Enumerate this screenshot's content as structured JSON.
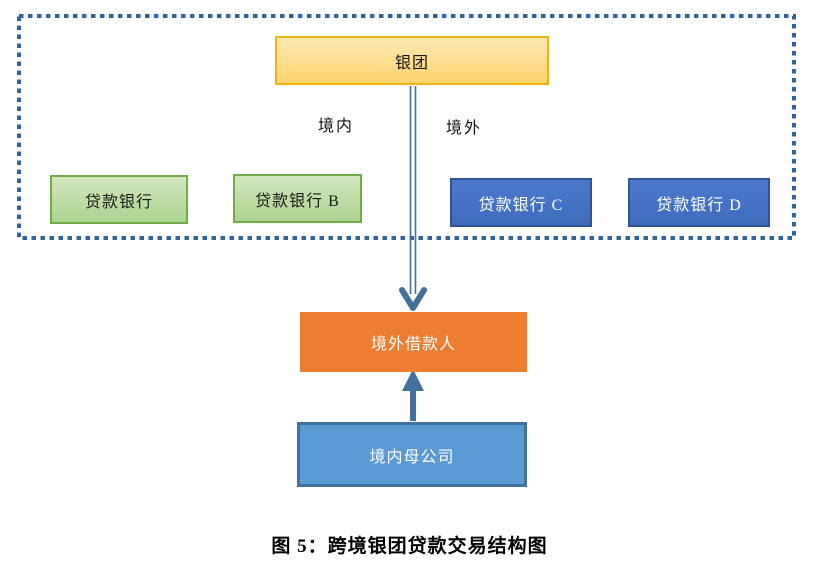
{
  "figure": {
    "caption": "图 5：跨境银团贷款交易结构图"
  },
  "diagram": {
    "syndicate": {
      "label": "银团"
    },
    "regions": {
      "domestic": "境内",
      "overseas": "境外"
    },
    "banks": [
      {
        "label": "贷款银行"
      },
      {
        "label": "贷款银行 B"
      },
      {
        "label": "贷款银行 C"
      },
      {
        "label": "贷款银行 D"
      }
    ],
    "overseas_borrower": {
      "label": "境外借款人"
    },
    "domestic_parent": {
      "label": "境内母公司"
    }
  },
  "colors": {
    "dashed_boundary": "#31639c",
    "arrow": "#41719c",
    "syndicate_fill": "#ffd36e",
    "syndicate_border": "#efb310",
    "green_bank_fill": "#add492",
    "green_bank_border": "#70ad47",
    "blue_bank_fill": "#4472c4",
    "blue_bank_border": "#2f5597",
    "borrower_fill": "#ed7d31",
    "parent_fill": "#5b9bd5",
    "parent_border": "#41719c"
  }
}
